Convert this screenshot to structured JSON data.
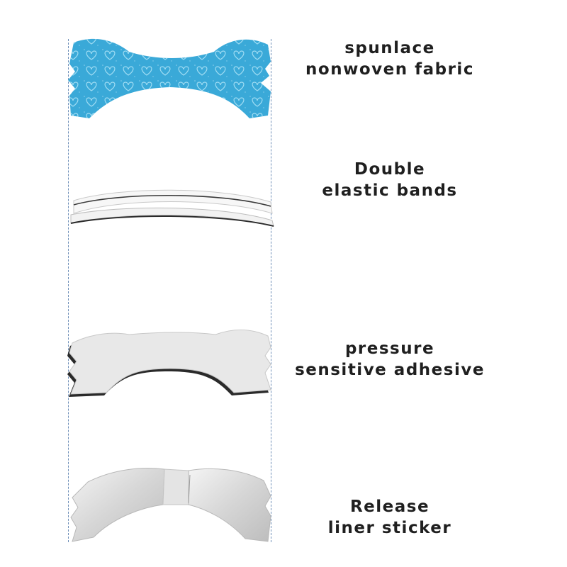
{
  "layers": [
    {
      "line1": "spunlace",
      "line2": "nonwoven fabric",
      "color": "#3aa9d8"
    },
    {
      "line1": "Double",
      "line2": "elastic bands",
      "color": "#f2f2f2"
    },
    {
      "line1": "pressure",
      "line2": "sensitive adhesive",
      "color": "#e6e6e6"
    },
    {
      "line1": "Release",
      "line2": "liner sticker",
      "color": "#d9d9d9"
    }
  ],
  "colors": {
    "guide_line": "#6f8fb8",
    "label_text": "#1f1f1f"
  }
}
